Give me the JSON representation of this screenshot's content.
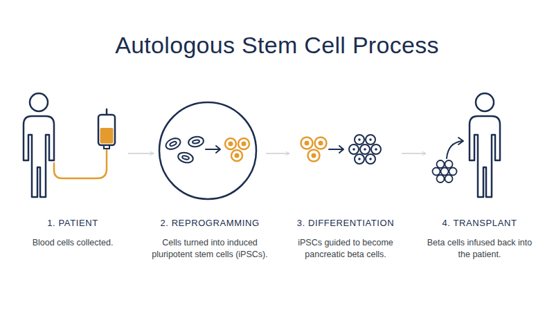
{
  "diagram": {
    "title": "Autologous Stem Cell Process",
    "nodes": [
      {
        "text": [
          "1. PATIENT",
          "Blood cells collected."
        ]
      },
      {
        "text": [
          "2. REPROGRAMMING",
          "Cells turned into induced pluripotent stem cells (iPSCs)."
        ]
      },
      {
        "text": [
          "3. DIFFERENTIATION",
          "iPSCs guided to become pancreatic beta cells."
        ]
      },
      {
        "text": [
          "4. TRANSPLANT",
          "Beta cells infused back into the patient."
        ]
      }
    ],
    "edges": [
      {
        "from": 0,
        "to": 1,
        "arrow": "to"
      },
      {
        "from": 1,
        "to": 2,
        "arrow": "to"
      },
      {
        "from": 2,
        "to": 3,
        "arrow": "to"
      }
    ]
  }
}
